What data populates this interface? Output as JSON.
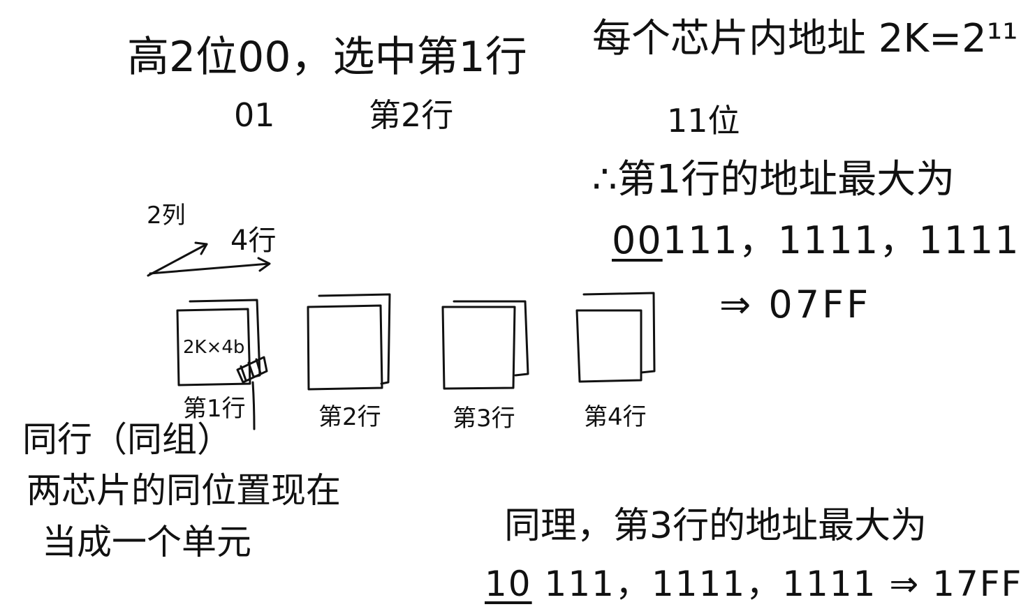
{
  "notes": {
    "top_left_line1": "高2位00，选中第1行",
    "top_left_code": "01",
    "top_left_row": "第2行",
    "right_line1": "每个芯片内地址 2K=2¹¹",
    "right_line2": "11位",
    "right_line3": "∴第1行的地址最大为",
    "right_line4_prefix": "00",
    "right_line4_rest": "111，1111，1111",
    "right_line5": "⇒ 07FF",
    "bottom_line1": "同理，第3行的地址最大为",
    "bottom_line2_prefix": "10",
    "bottom_line2_rest": " 111，1111，1111 ⇒ 17FF",
    "left_line1": "同行（同组）",
    "left_line2": "两芯片的同位置现在",
    "left_line3": "当成一个单元"
  },
  "diagram": {
    "columns_label": "2列",
    "rows_label": "4行",
    "chip_label": "2K×4b",
    "row_labels": [
      "第1行",
      "第2行",
      "第3行",
      "第4行"
    ]
  }
}
